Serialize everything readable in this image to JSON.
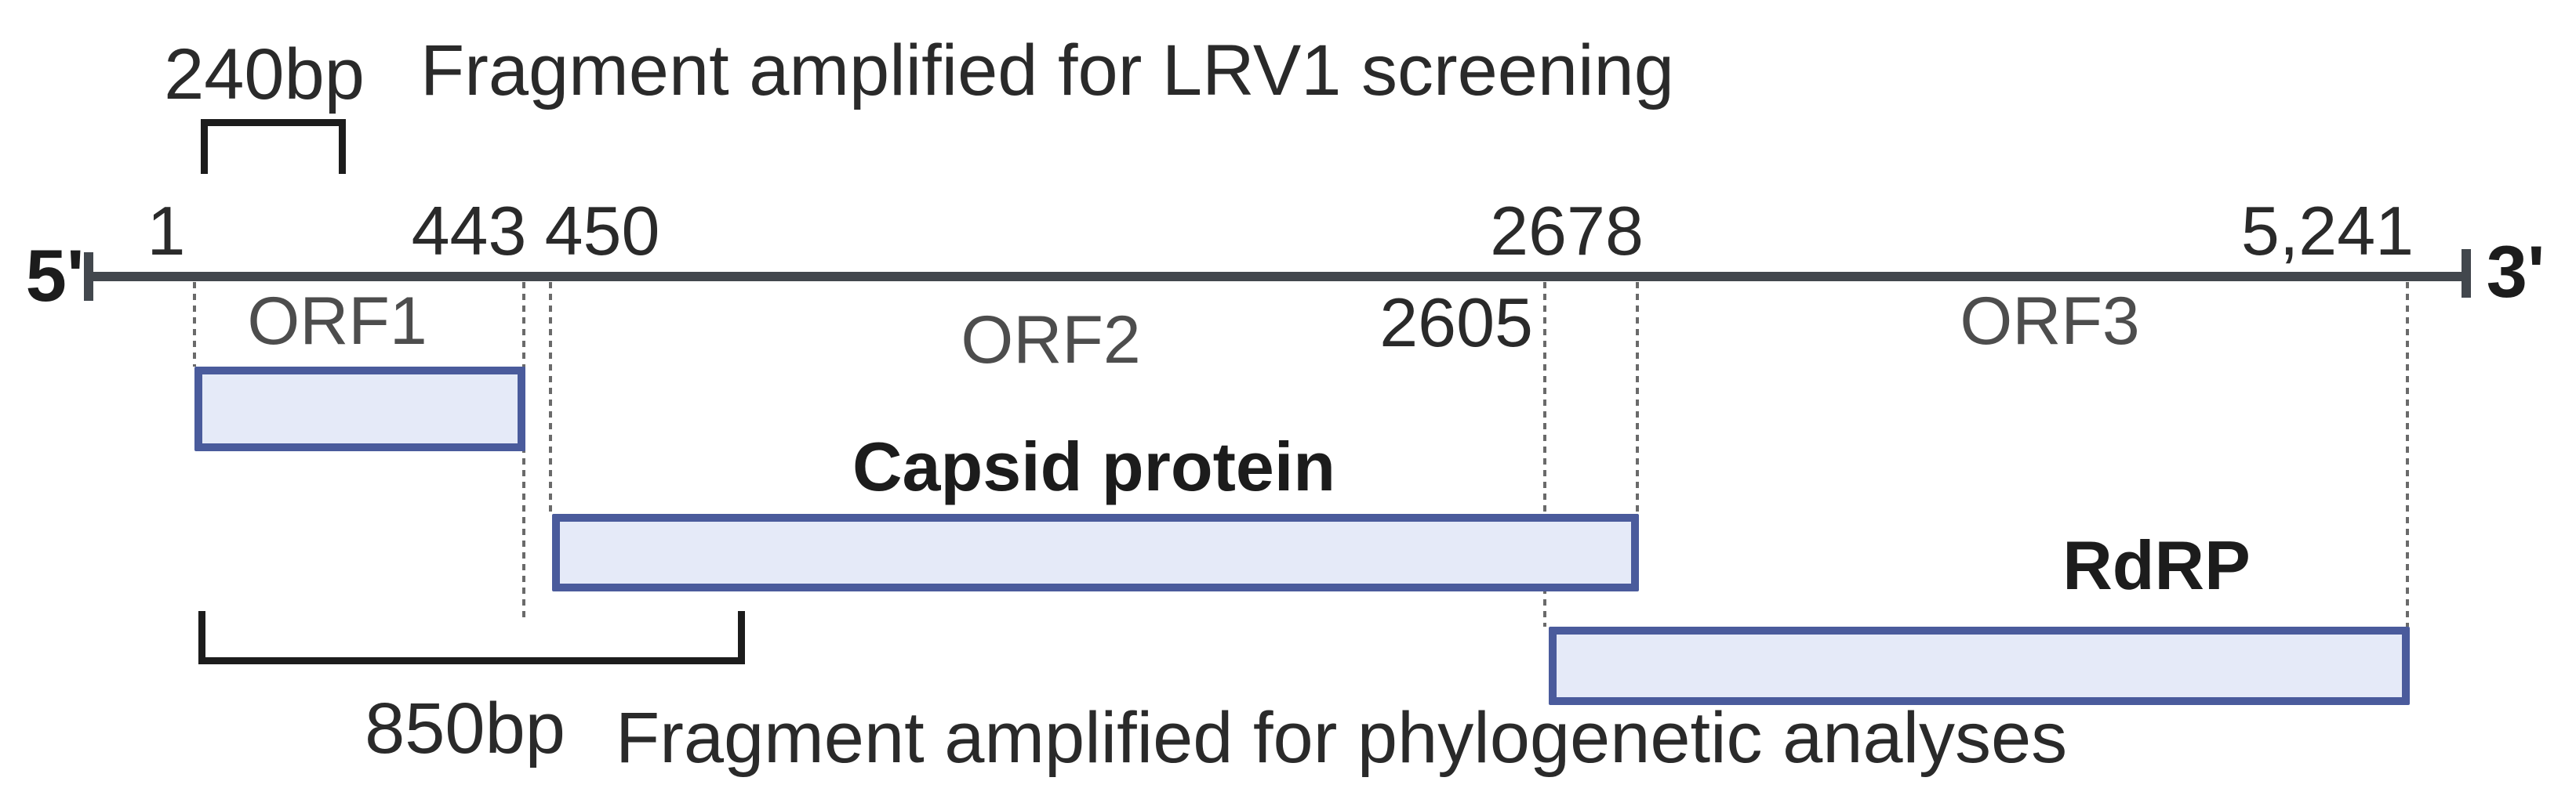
{
  "figure": {
    "caption_top": "Fragment amplified for LRV1 screening",
    "caption_bottom": "Fragment amplified for phylogenetic analyses",
    "screening_fragment_size": "240bp",
    "phylo_fragment_size": "850bp",
    "five_prime": "5'",
    "three_prime": "3'"
  },
  "genome": {
    "positions": {
      "start": "1",
      "orf1_end": "443",
      "orf2_start": "450",
      "orf3_start": "2605",
      "orf2_end": "2678",
      "end": "5,241"
    },
    "orfs": {
      "orf1": "ORF1",
      "orf2": "ORF2",
      "orf3": "ORF3"
    },
    "products": {
      "capsid": "Capsid protein",
      "rdrp": "RdRP"
    }
  },
  "colors": {
    "axis_line": "#42474d",
    "guide_line": "#6a6a6a",
    "box_fill": "#e5eaf8",
    "box_border": "#4a5b9c",
    "orf_label_gray": "#4d4d4d",
    "text": "#2a2a2a"
  }
}
